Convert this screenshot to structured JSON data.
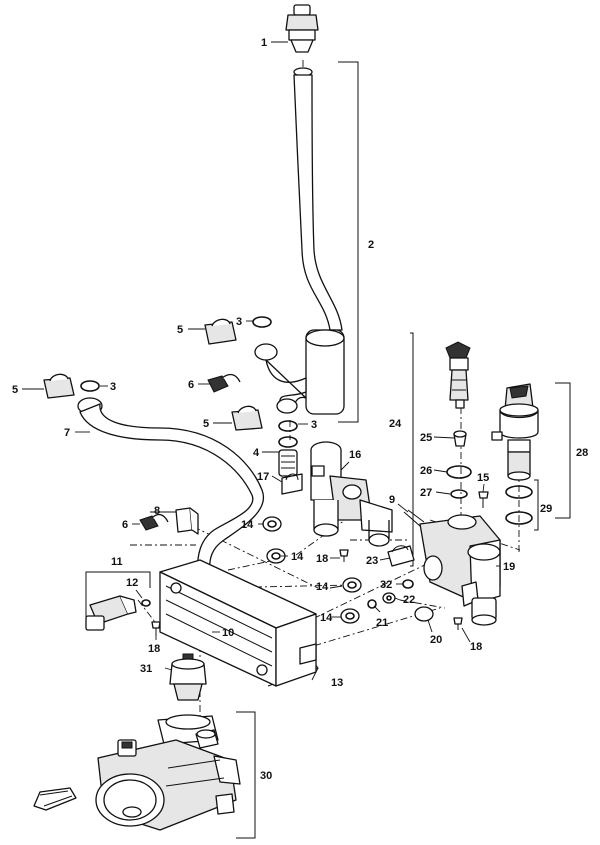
{
  "callouts": {
    "c1": "1",
    "c2": "2",
    "c3a": "3",
    "c3b": "3",
    "c3c": "3",
    "c4": "4",
    "c5a": "5",
    "c5b": "5",
    "c5c": "5",
    "c6a": "6",
    "c6b": "6",
    "c7": "7",
    "c8": "8",
    "c9": "9",
    "c10": "10",
    "c11": "11",
    "c12": "12",
    "c13": "13",
    "c14a": "14",
    "c14b": "14",
    "c14c": "14",
    "c14d": "14",
    "c15": "15",
    "c16": "16",
    "c17": "17",
    "c18a": "18",
    "c18b": "18",
    "c18c": "18",
    "c19": "19",
    "c20": "20",
    "c21": "21",
    "c22": "22",
    "c23": "23",
    "c24": "24",
    "c25": "25",
    "c26": "26",
    "c27": "27",
    "c28": "28",
    "c29": "29",
    "c30": "30",
    "c31": "31",
    "c32": "32"
  }
}
